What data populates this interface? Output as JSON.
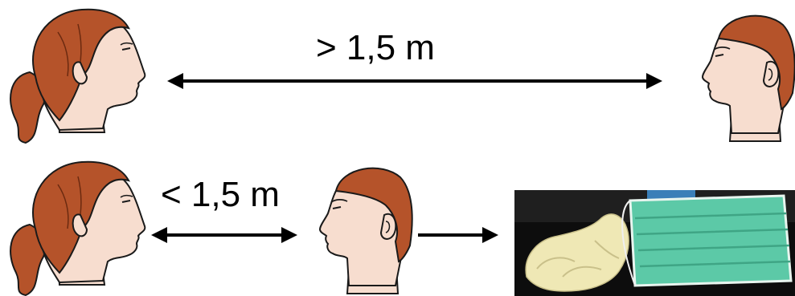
{
  "row_top": {
    "distance_label": "> 1,5 m"
  },
  "row_bottom": {
    "distance_label": "< 1,5 m"
  },
  "colors": {
    "hair": "#b5532a",
    "hair_dark": "#6b2a10",
    "skin": "#f7ddcf",
    "outline": "#1a1a1a",
    "arrow": "#000000",
    "mask": "#5cc9a7",
    "glove": "#efe8b5",
    "photo_bg": "#0d0d0d"
  },
  "icons": [
    "woman-head-icon",
    "man-head-icon",
    "double-arrow-icon",
    "right-arrow-icon",
    "mask-and-gloves-photo"
  ]
}
